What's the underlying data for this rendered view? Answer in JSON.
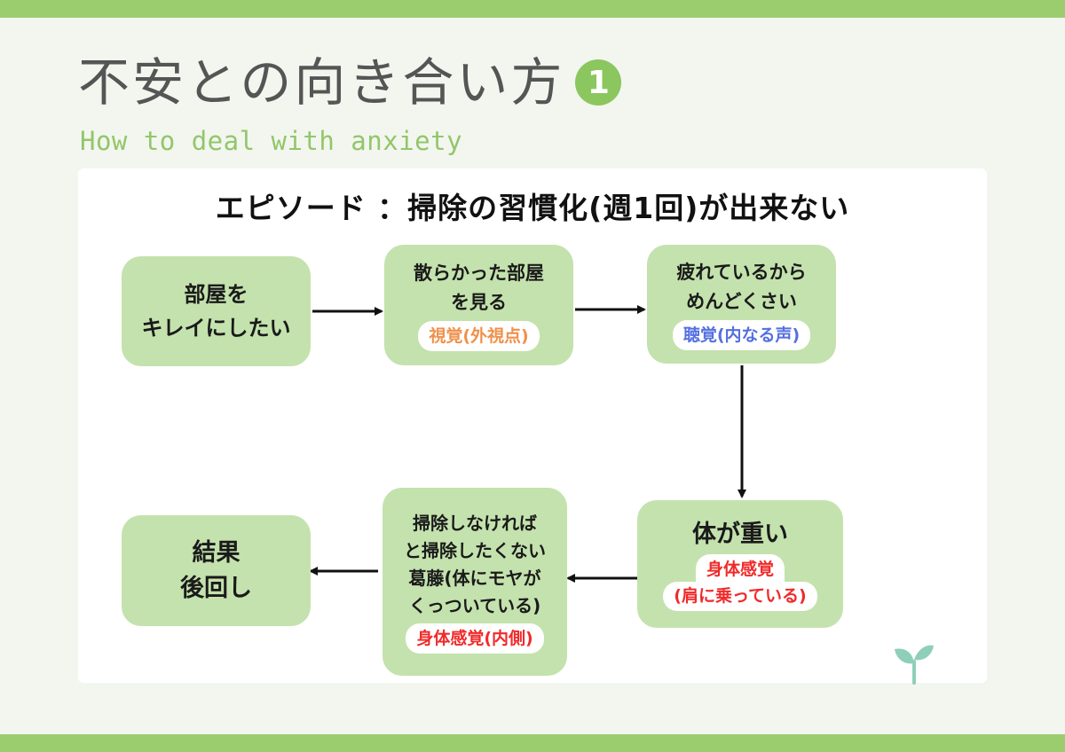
{
  "header": {
    "title": "不安との向き合い方",
    "number": "1",
    "subtitle": "How to deal with anxiety"
  },
  "episode": "エピソード ：掃除の習慣化(週1回)が出来ない",
  "nodes": {
    "want_clean": {
      "line1": "部屋を",
      "line2": "キレイにしたい"
    },
    "messy_room": {
      "line1": "散らかった部屋",
      "line2": "を見る",
      "tag": "視覚(外視点)"
    },
    "tired": {
      "line1": "疲れているから",
      "line2": "めんどくさい",
      "tag": "聴覚(内なる声)"
    },
    "heavy": {
      "line1": "体が重い",
      "tag1": "身体感覚",
      "tag2": "(肩に乗っている)"
    },
    "conflict": {
      "line1": "掃除しなければ",
      "line2": "と掃除したくない",
      "line3": "葛藤(体にモヤが",
      "line4": "くっついている)",
      "tag": "身体感覚(内側)"
    },
    "result": {
      "line1": "結果",
      "line2": "後回し"
    }
  },
  "colors": {
    "band": "#9bcd6e",
    "node": "#c4e2ad",
    "visual_tag": "#f0904a",
    "auditory_tag": "#5570e0",
    "body_tag": "#f02a2a"
  },
  "icons": [
    "sprout-icon"
  ]
}
